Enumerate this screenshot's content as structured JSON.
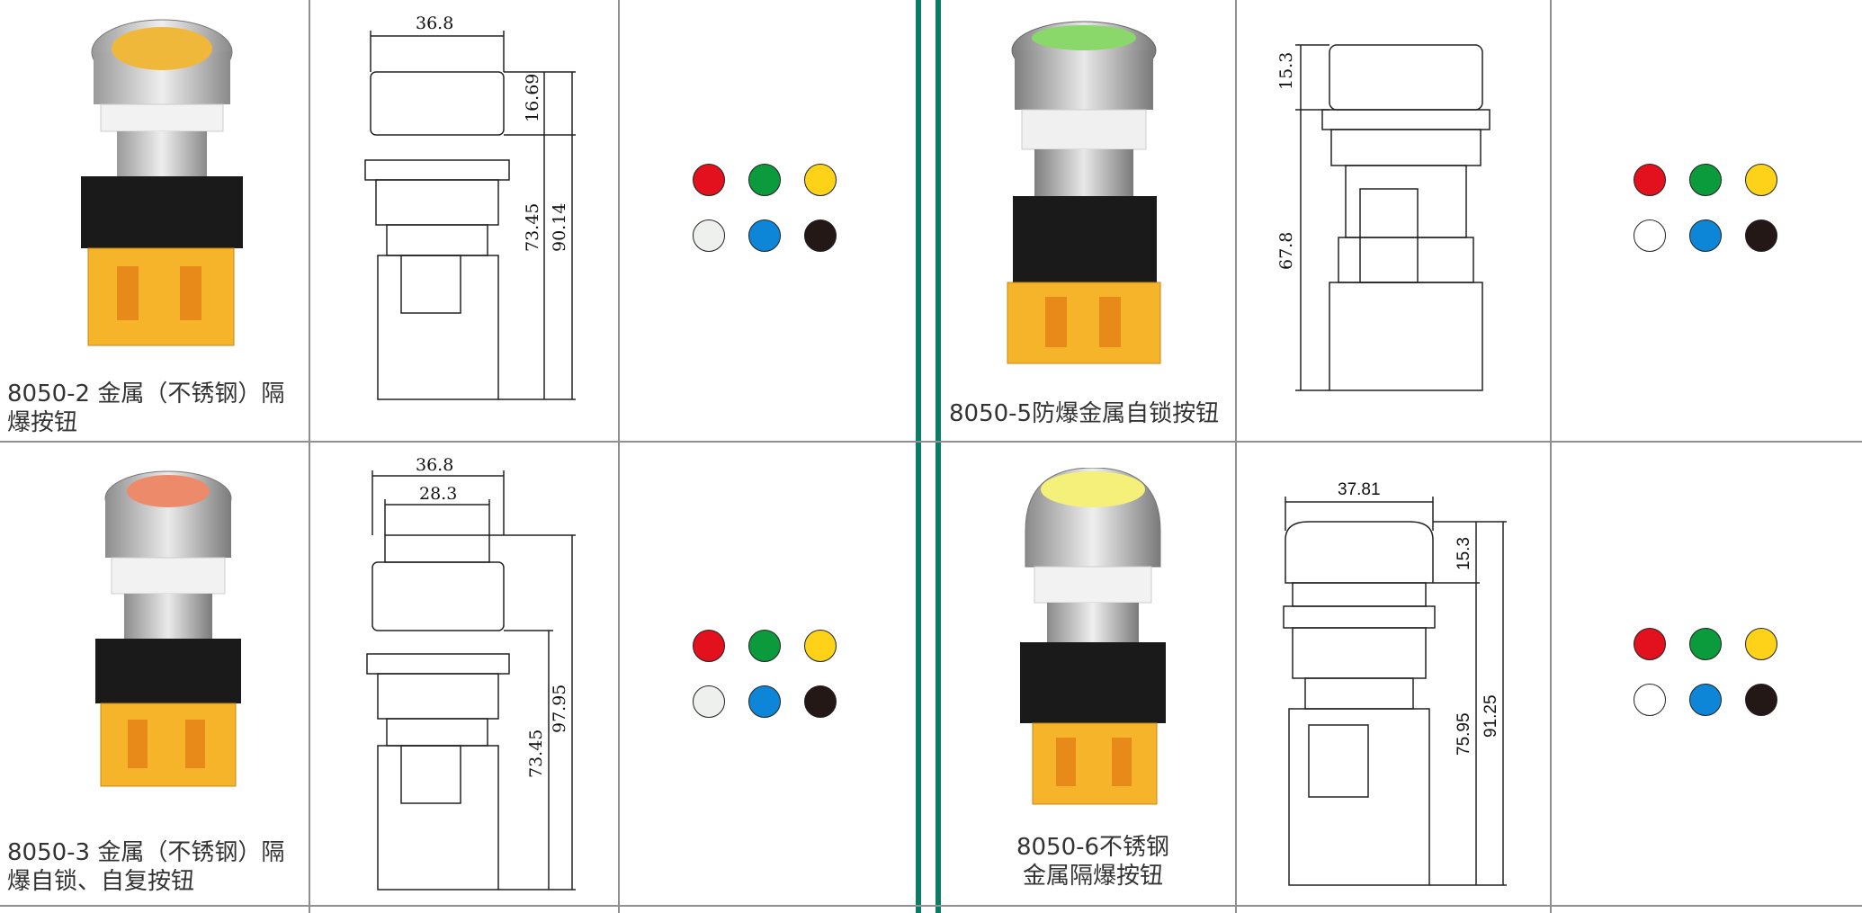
{
  "products": [
    {
      "name": "8050-2 金属（不锈钢）隔爆按钮",
      "dims": [
        "36.8",
        "16.69",
        "73.45",
        "90.14"
      ],
      "cap_color": "#f0b83a",
      "dot_colors": [
        "#e3101e",
        "#0b9a3c",
        "#ffd21a",
        "#eef0ee",
        "#0d86d8",
        "#231815"
      ]
    },
    {
      "name": "8050-5防爆金属自锁按钮",
      "dims": [
        "15.3",
        "67.8"
      ],
      "cap_color": "#8ad86a",
      "dot_colors": [
        "#e3101e",
        "#0b9a3c",
        "#ffd21a",
        "#ffffff",
        "#0d86d8",
        "#231815"
      ]
    },
    {
      "name": "8050-3 金属（不锈钢）隔爆自锁、自复按钮",
      "dims": [
        "36.8",
        "28.3",
        "97.95",
        "73.45"
      ],
      "cap_color": "#ec8a6a",
      "dot_colors": [
        "#e3101e",
        "#0b9a3c",
        "#ffd21a",
        "#eef0ee",
        "#0d86d8",
        "#231815"
      ]
    },
    {
      "name": "8050-6不锈钢金属隔爆按钮",
      "dims": [
        "37.81",
        "15.3",
        "91.25",
        "75.95"
      ],
      "cap_color": "#f4f07a",
      "dot_colors": [
        "#e3101e",
        "#0b9a3c",
        "#ffd21a",
        "#ffffff",
        "#0d86d8",
        "#231815"
      ]
    }
  ],
  "labels": {
    "p1_line1": "8050-2 金属（不锈钢）隔",
    "p1_line2": "爆按钮",
    "p2_line1": "8050-5防爆金属自锁按钮",
    "p3_line1": "8050-3 金属（不锈钢）隔",
    "p3_line2": "爆自锁、自复按钮",
    "p4_line1": "8050-6不锈钢",
    "p4_line2": "金属隔爆按钮"
  },
  "colors": {
    "divider": "#8f8f8f",
    "accent_green": "#0e7c64"
  }
}
